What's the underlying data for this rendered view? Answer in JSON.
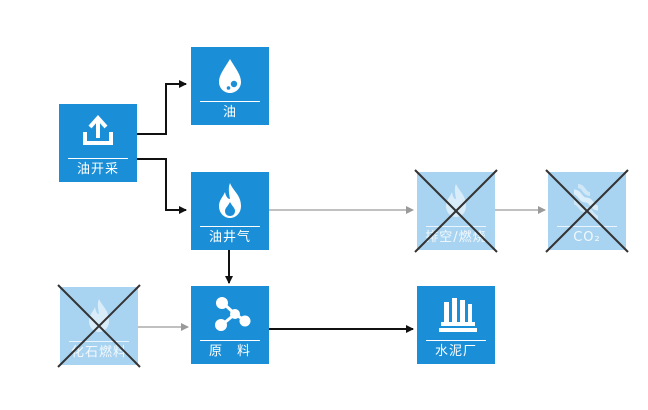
{
  "colors": {
    "node": "#1a8fd8",
    "node_faded": "#a9d4f1",
    "arrow_dark": "#111111",
    "arrow_gray": "#9a9a9a",
    "cross": "#333333"
  },
  "nodes": {
    "oil_extraction": {
      "label": "油开采",
      "icon": "upload-tray-icon",
      "faded": false
    },
    "oil": {
      "label": "油",
      "icon": "oil-drop-icon",
      "faded": false
    },
    "oil_well_gas": {
      "label": "油井气",
      "icon": "flame-icon",
      "faded": false
    },
    "flare": {
      "label": "排空/燃烧",
      "icon": "flame-icon",
      "faded": true,
      "crossed": true
    },
    "co2": {
      "label": "CO₂",
      "icon": "co2-icon",
      "faded": true,
      "crossed": true
    },
    "fossil_fuel": {
      "label": "化石燃料",
      "icon": "flame-icon",
      "faded": true,
      "crossed": true
    },
    "raw_material": {
      "label": "原　料",
      "icon": "molecule-icon",
      "faded": false
    },
    "cement_plant": {
      "label": "水泥厂",
      "icon": "factory-icon",
      "faded": false
    }
  }
}
